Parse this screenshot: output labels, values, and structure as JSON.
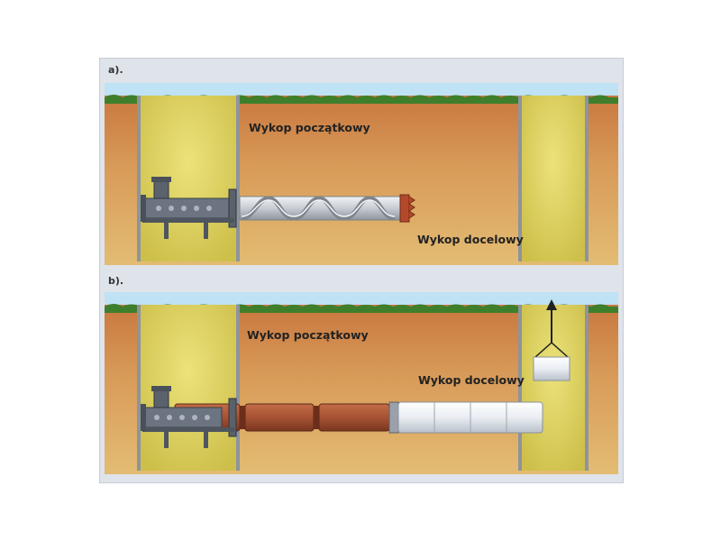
{
  "panels": [
    {
      "id": "a",
      "label": "a).",
      "start_pit_label": "Wykop początkowy",
      "target_pit_label": "Wykop docelowy"
    },
    {
      "id": "b",
      "label": "b).",
      "start_pit_label": "Wykop początkowy",
      "target_pit_label": "Wykop docelowy"
    }
  ],
  "colors": {
    "sky": "#bfe2f4",
    "grass": "#3f7f2c",
    "soil_top": "#c6713a",
    "soil_bottom": "#e3bc73",
    "pit": "#d9cf57",
    "sheet_wall": "#8e949b",
    "steel": "#6b7480",
    "auger": "#c9ced6",
    "concrete_pipe": "#a65233",
    "new_pipe": "#e9edf2"
  }
}
